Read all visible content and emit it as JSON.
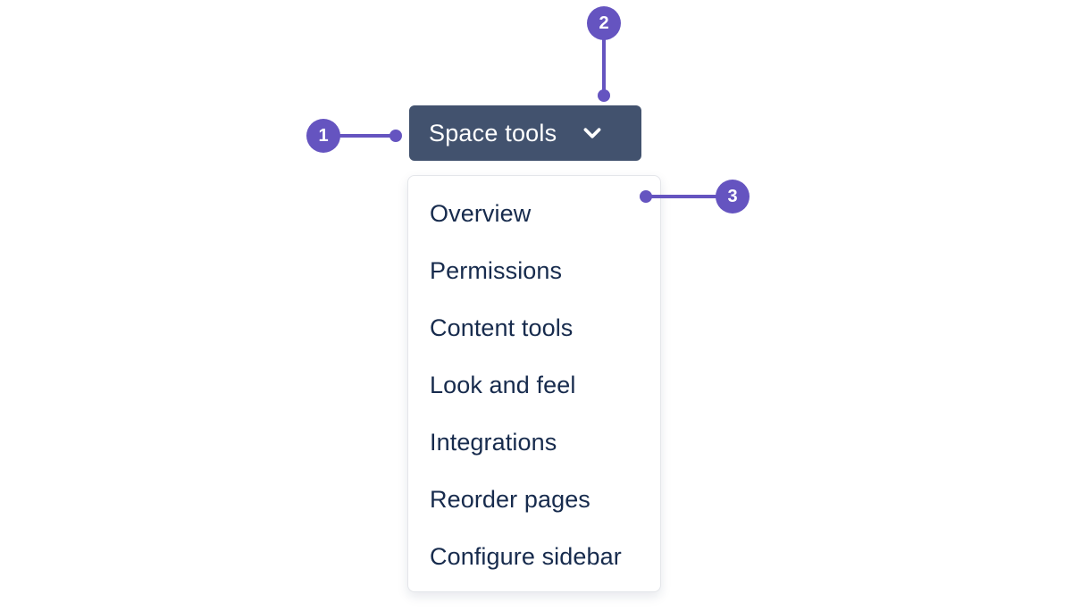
{
  "page": {
    "background": "#ffffff"
  },
  "space_tools_button": {
    "label": "Space tools",
    "background": "#42526e",
    "text_color": "#ffffff",
    "chevron_icon": "chevron-down"
  },
  "dropdown_menu": {
    "background": "#ffffff",
    "border_color": "#e4e6ea",
    "text_color": "#172b4d",
    "items": [
      "Overview",
      "Permissions",
      "Content tools",
      "Look and feel",
      "Integrations",
      "Reorder pages",
      "Configure sidebar"
    ]
  },
  "annotations": {
    "accent_color": "#6554c0",
    "markers": [
      {
        "number": "1"
      },
      {
        "number": "2"
      },
      {
        "number": "3"
      }
    ]
  }
}
